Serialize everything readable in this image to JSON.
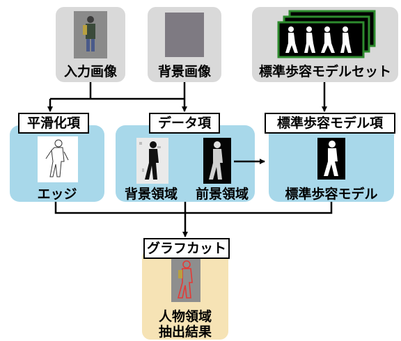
{
  "inputs": {
    "input_image": "入力画像",
    "background_image": "背景画像",
    "model_set": "標準歩容モデルセット"
  },
  "terms": {
    "smoothing": "平滑化項",
    "data": "データ項",
    "model": "標準歩容モデル項"
  },
  "captions": {
    "edge": "エッジ",
    "bg_region": "背景領域",
    "fg_region": "前景領域",
    "gait_model": "標準歩容モデル"
  },
  "graphcut": {
    "label": "グラフカット",
    "result_line1": "人物領域",
    "result_line2": "抽出結果"
  },
  "colors": {
    "input_panel": "#d9d9d9",
    "term_panel": "#a8d8ea",
    "result_panel": "#f6e3b5",
    "silhouette_accent": "#e53935"
  }
}
